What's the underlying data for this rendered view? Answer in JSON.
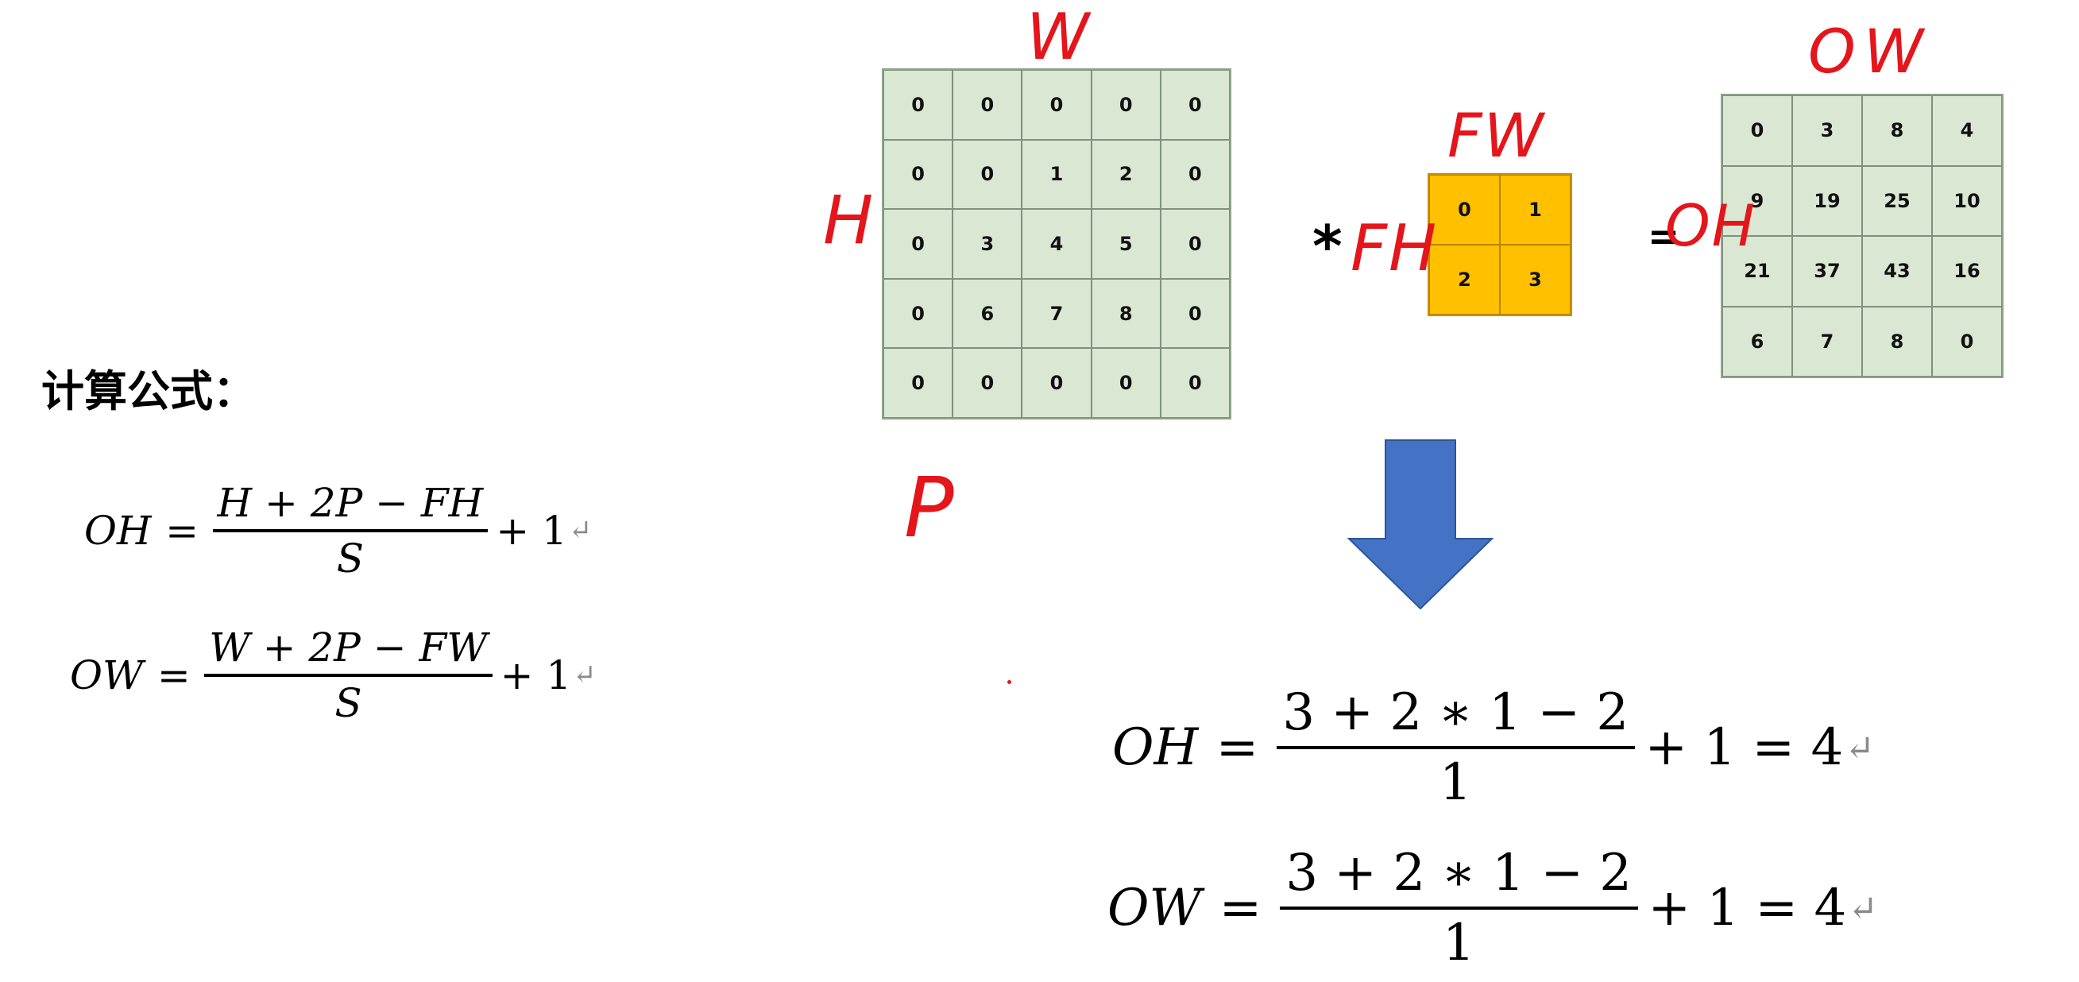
{
  "section_title": "计算公式：",
  "general_formulas": {
    "oh": {
      "lhs": "OH",
      "numerator": "H + 2P − FH",
      "denominator": "S",
      "tail": "+ 1"
    },
    "ow": {
      "lhs": "OW",
      "numerator": "W + 2P − FW",
      "denominator": "S",
      "tail": "+ 1"
    }
  },
  "worked_formulas": {
    "oh": {
      "lhs": "OH",
      "numerator": "3 + 2 ∗ 1 − 2",
      "denominator": "1",
      "tail": "+ 1 = 4"
    },
    "ow": {
      "lhs": "OW",
      "numerator": "3 + 2 ∗ 1 − 2",
      "denominator": "1",
      "tail": "+ 1 = 4"
    }
  },
  "return_mark": "↵",
  "operators": {
    "convolve": "*",
    "equals": "="
  },
  "input_matrix": [
    [
      "0",
      "0",
      "0",
      "0",
      "0"
    ],
    [
      "0",
      "0",
      "1",
      "2",
      "0"
    ],
    [
      "0",
      "3",
      "4",
      "5",
      "0"
    ],
    [
      "0",
      "6",
      "7",
      "8",
      "0"
    ],
    [
      "0",
      "0",
      "0",
      "0",
      "0"
    ]
  ],
  "filter_matrix": [
    [
      "0",
      "1"
    ],
    [
      "2",
      "3"
    ]
  ],
  "output_matrix": [
    [
      "0",
      "3",
      "8",
      "4"
    ],
    [
      "9",
      "19",
      "25",
      "10"
    ],
    [
      "21",
      "37",
      "43",
      "16"
    ],
    [
      "6",
      "7",
      "8",
      "0"
    ]
  ],
  "annotations": {
    "w": "W",
    "h": "H",
    "p": "P",
    "fw": "FW",
    "fh": "FH",
    "oh": "OH",
    "ow": "OW"
  },
  "colors": {
    "matrix_fill": "#d9e7d3",
    "filter_fill": "#ffc000",
    "annotation_red": "#e4151b",
    "arrow_blue": "#4472c4"
  },
  "icons": {
    "down_arrow": "down-arrow-icon"
  }
}
